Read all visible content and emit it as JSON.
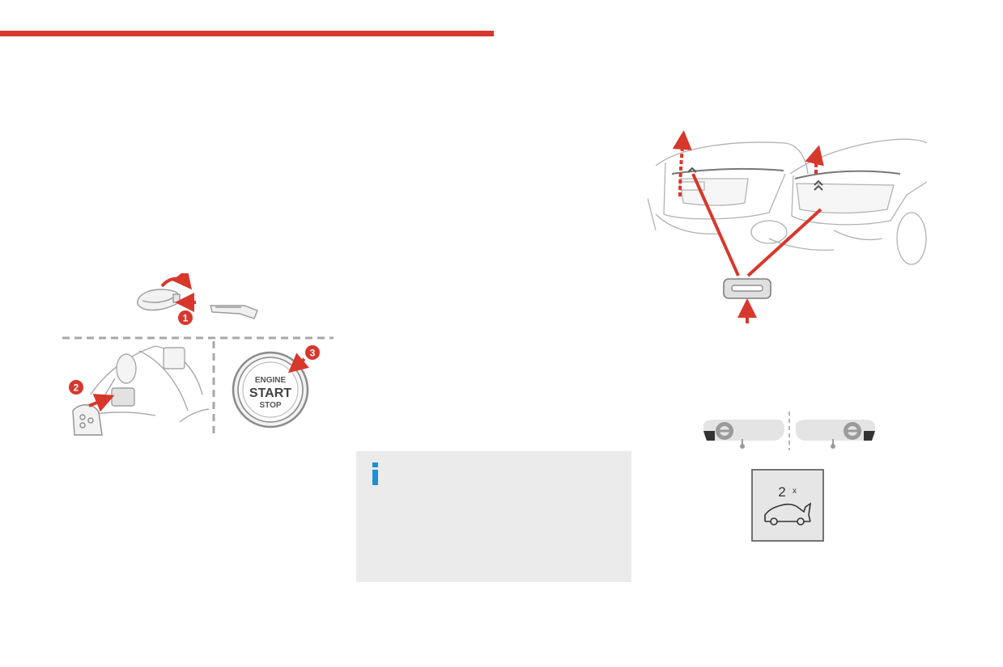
{
  "colors": {
    "accent_red": "#d8372c",
    "info_blue": "#1e8fd5",
    "info_box_bg": "#ebebeb",
    "line_art": "#9a9a9a"
  },
  "figure_start": {
    "callouts": [
      "1",
      "2",
      "3"
    ],
    "button_line1": "ENGINE",
    "button_line2": "START",
    "button_line3": "STOP"
  },
  "figure_controls": {
    "press_count": "2",
    "press_count_symbol": "x"
  },
  "info_box": {
    "icon": "info-icon"
  }
}
